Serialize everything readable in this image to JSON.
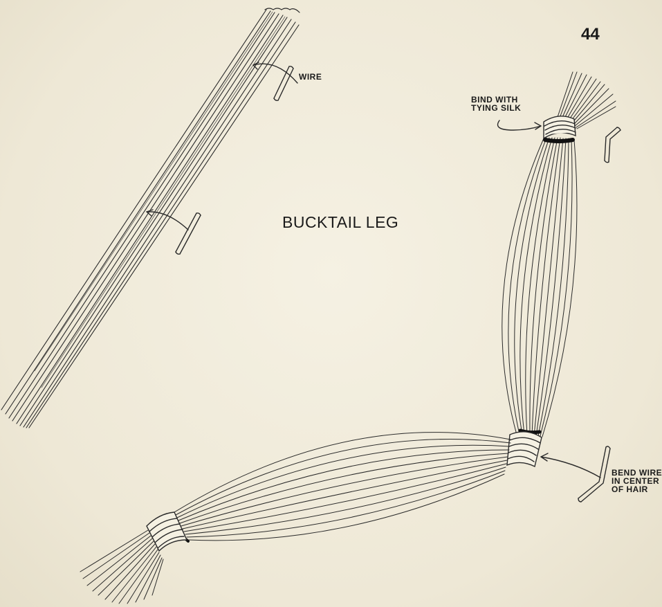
{
  "page_number": "44",
  "title": "BUCKTAIL LEG",
  "labels": {
    "wire": "WIRE",
    "bind": "BIND WITH TYING SILK",
    "bend": "BEND WIRE IN CENTER OF HAIR"
  },
  "colors": {
    "paper": "#f1ecdc",
    "ink": "#1a1a1a"
  }
}
